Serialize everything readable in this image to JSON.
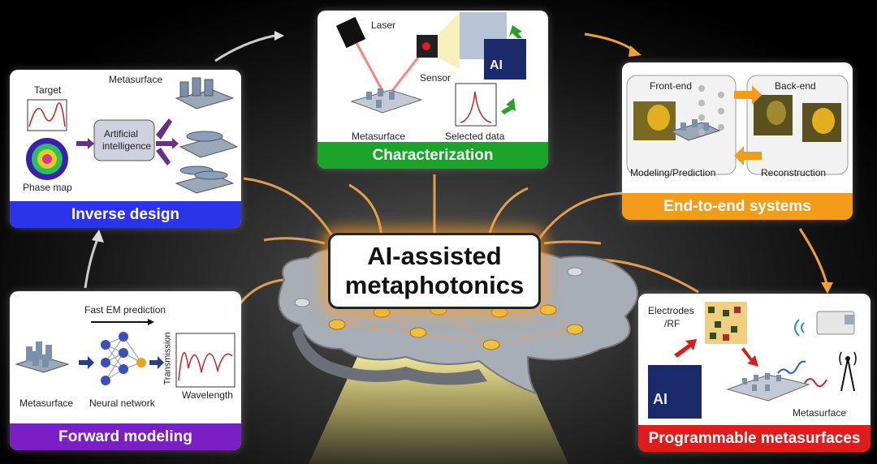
{
  "center": {
    "line1": "AI-assisted",
    "line2": "metaphotonics"
  },
  "panels": {
    "inverse_design": {
      "title": "Inverse design",
      "color": "#2b34e8",
      "labels": {
        "target": "Target",
        "metasurface": "Metasurface",
        "ai_line1": "Artificial",
        "ai_line2": "intelligence",
        "phase_map": "Phase map"
      }
    },
    "characterization": {
      "title": "Characterization",
      "color": "#1aa52a",
      "labels": {
        "laser": "Laser",
        "sensor": "Sensor",
        "metasurface": "Metasurface",
        "selected_data": "Selected data",
        "ai": "AI"
      }
    },
    "end_to_end": {
      "title": "End-to-end systems",
      "color": "#f39c1c",
      "labels": {
        "front_end": "Front-end",
        "back_end": "Back-end",
        "modeling": "Modeling/Prediction",
        "reconstruction": "Reconstruction"
      }
    },
    "forward_modeling": {
      "title": "Forward modeling",
      "color": "#7a1fc4",
      "labels": {
        "fast_em": "Fast EM prediction",
        "metasurface": "Metasurface",
        "neural_network": "Neural network",
        "transmission": "Transmission",
        "wavelength": "Wavelength"
      }
    },
    "programmable": {
      "title": "Programmable metasurfaces",
      "color": "#e01b1b",
      "labels": {
        "electrodes_1": "Electrodes",
        "electrodes_2": "/RF",
        "metasurface": "Metasurface",
        "ai": "AI"
      }
    }
  }
}
